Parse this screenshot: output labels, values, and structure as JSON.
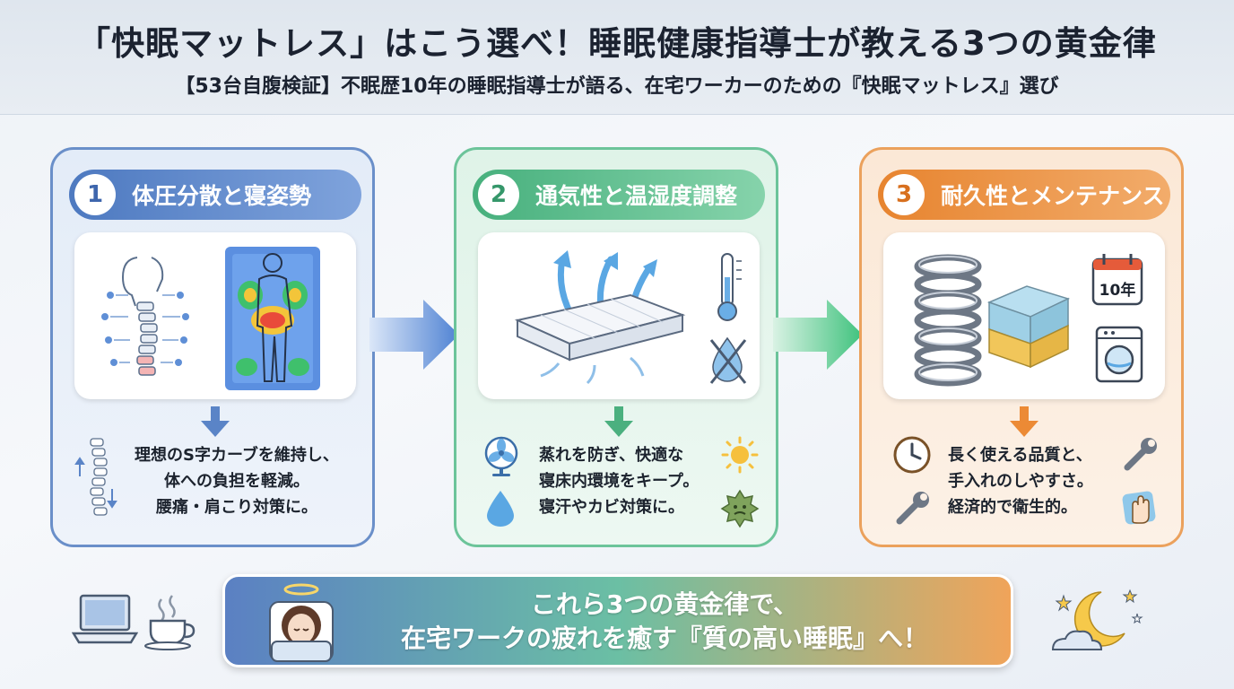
{
  "header": {
    "title": "「快眠マットレス」はこう選べ！睡眠健康指導士が教える3つの黄金律",
    "subtitle": "【53台自腹検証】不眠歴10年の睡眠指導士が語る、在宅ワーカーのための『快眠マットレス』選び"
  },
  "panels": [
    {
      "number": "1",
      "title": "体圧分散と寝姿勢",
      "lines": [
        "理想のS字カーブを維持し、",
        "体への負担を軽減。",
        "腰痛・肩こり対策に。"
      ],
      "color": "#4d79c0"
    },
    {
      "number": "2",
      "title": "通気性と温湿度調整",
      "lines": [
        "蒸れを防ぎ、快適な",
        "寝床内環境をキープ。",
        "寝汗やカビ対策に。"
      ],
      "color": "#47b07d"
    },
    {
      "number": "3",
      "title": "耐久性とメンテナンス",
      "lines": [
        "長く使える品質と、",
        "手入れのしやすさ。",
        "経済的で衛生的。"
      ],
      "color": "#e7842f",
      "calendar_label": "10年"
    }
  ],
  "banner": {
    "line1": "これら3つの黄金律で、",
    "line2": "在宅ワークの疲れを癒す『質の高い睡眠』へ！"
  }
}
